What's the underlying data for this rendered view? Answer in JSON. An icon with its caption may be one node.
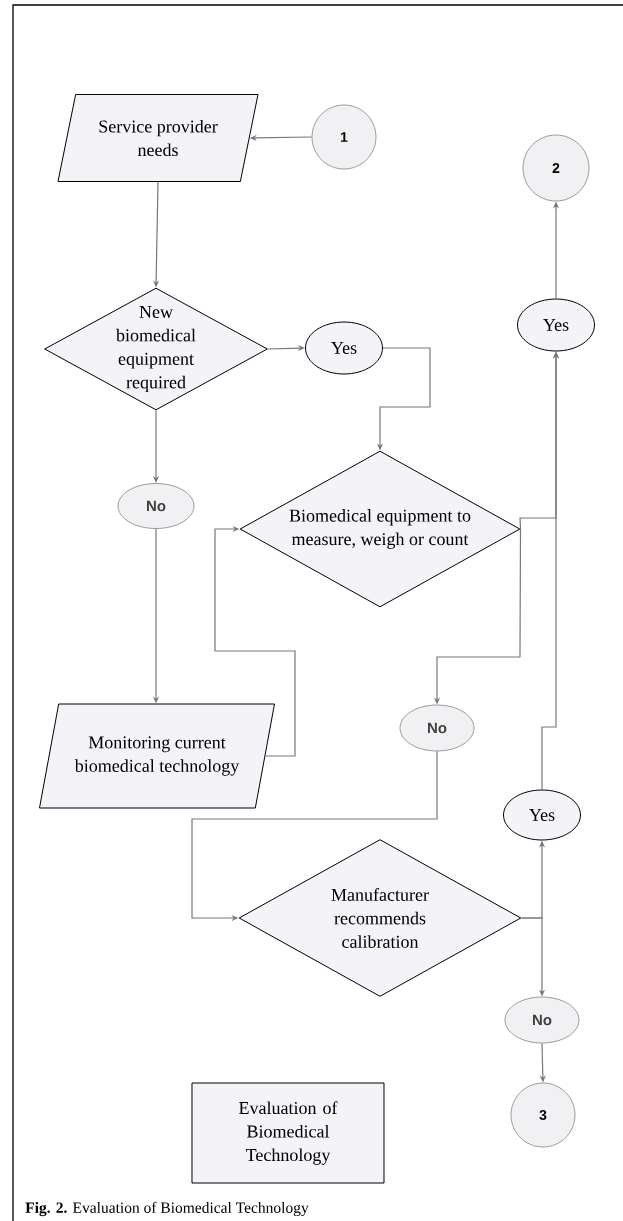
{
  "diagram": {
    "caption": "**Fig. 2.** Evaluation of Biomedical Technology",
    "nodes": [
      {
        "text": [
          "1"
        ]
      },
      {
        "text": [
          "Service provider needs"
        ]
      },
      {
        "text": [
          "2"
        ]
      },
      {
        "text": [
          "New biomedical equipment required"
        ]
      },
      {
        "text": [
          "Yes"
        ]
      },
      {
        "text": [
          "Yes"
        ]
      },
      {
        "text": [
          "No"
        ]
      },
      {
        "text": [
          "Biomedical equipment to measure, weigh or count"
        ]
      },
      {
        "text": [
          "Monitoring current biomedical technology"
        ]
      },
      {
        "text": [
          "No"
        ]
      },
      {
        "text": [
          "Yes"
        ]
      },
      {
        "text": [
          "Manufacturer recommends calibration"
        ]
      },
      {
        "text": [
          "No"
        ]
      },
      {
        "text": [
          "3"
        ]
      },
      {
        "text": [
          "Evaluation of Biomedical Technology"
        ]
      }
    ],
    "edges": [
      {
        "from": 0,
        "to": 1,
        "arrow": "to"
      },
      {
        "from": 1,
        "to": 3,
        "arrow": "to"
      },
      {
        "from": 3,
        "to": 4,
        "arrow": "to"
      },
      {
        "from": 4,
        "to": 7,
        "arrow": "to"
      },
      {
        "from": 3,
        "to": 6,
        "arrow": "to"
      },
      {
        "from": 6,
        "to": 8,
        "arrow": "to"
      },
      {
        "from": 8,
        "to": 7,
        "arrow": "to"
      },
      {
        "from": 7,
        "to": 5,
        "arrow": "to"
      },
      {
        "from": 10,
        "to": 5,
        "arrow": "to"
      },
      {
        "from": 7,
        "to": 9,
        "arrow": "to"
      },
      {
        "from": 9,
        "to": 11,
        "arrow": "to"
      },
      {
        "from": 11,
        "to": 10,
        "arrow": "to"
      },
      {
        "from": 11,
        "to": 12,
        "arrow": "to"
      },
      {
        "from": 12,
        "to": 13,
        "arrow": "to"
      },
      {
        "from": 5,
        "to": 2,
        "arrow": "to"
      }
    ]
  }
}
